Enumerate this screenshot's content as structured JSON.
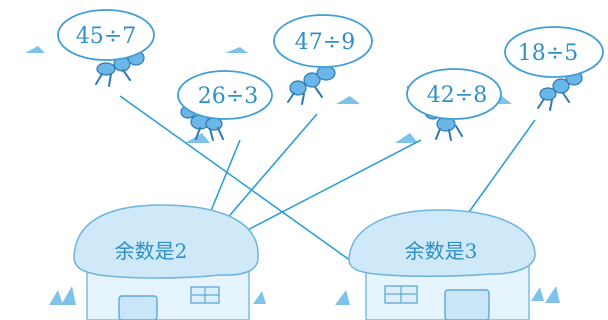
{
  "expressions": [
    {
      "id": "expr-45-7",
      "text": "45÷7"
    },
    {
      "id": "expr-26-3",
      "text": "26÷3"
    },
    {
      "id": "expr-47-9",
      "text": "47÷9"
    },
    {
      "id": "expr-42-8",
      "text": "42÷8"
    },
    {
      "id": "expr-18-5",
      "text": "18÷5"
    }
  ],
  "houses": [
    {
      "id": "house-remainder-2",
      "label": "余数是2"
    },
    {
      "id": "house-remainder-3",
      "label": "余数是3"
    }
  ],
  "connections": [
    {
      "from": "45÷7",
      "to": "余数是3"
    },
    {
      "from": "26÷3",
      "to": "余数是2"
    },
    {
      "from": "47÷9",
      "to": "余数是2"
    },
    {
      "from": "42÷8",
      "to": "余数是2"
    },
    {
      "from": "18÷5",
      "to": "余数是3"
    }
  ],
  "colors": {
    "line": "#2f9ed6",
    "text": "#2f8fc9",
    "roof": "#cfe9f9",
    "ant": "#6ab6e6"
  }
}
